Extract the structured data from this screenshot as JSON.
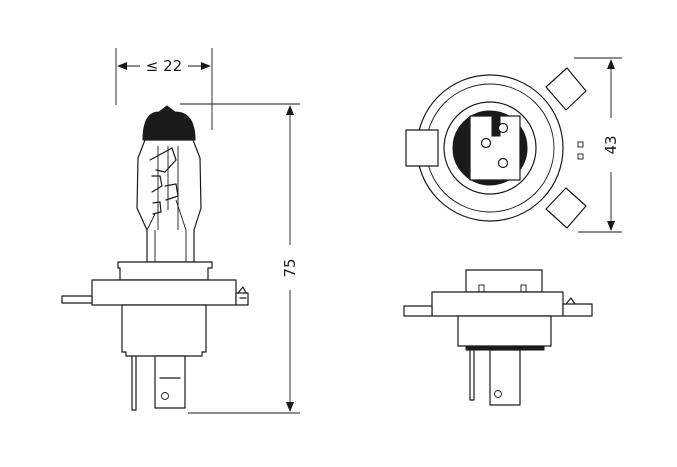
{
  "dimensions": {
    "width_label": "≤ 22",
    "height_label": "75",
    "base_height_label": "43"
  }
}
